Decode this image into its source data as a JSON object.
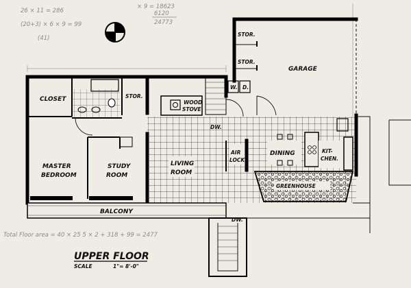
{
  "title": "UPPER FLOOR",
  "scale_word": "SCALE",
  "scale_value": "1\"= 8'-0\"",
  "rooms": {
    "closet": "CLOSET",
    "stor_bath": "STOR.",
    "wood_stove_1": "WOOD",
    "wood_stove_2": "STOVE",
    "stor_garage_1": "STOR.",
    "stor_garage_2": "STOR.",
    "garage": "GARAGE",
    "w": "W.",
    "d": "D.",
    "dw_upper": "DW.",
    "master_1": "MASTER",
    "master_2": "BEDROOM",
    "study_1": "STUDY",
    "study_2": "ROOM",
    "living_1": "LIVING",
    "living_2": "ROOM",
    "airlock_1": "AIR",
    "airlock_2": "LOCK",
    "dining": "DINING",
    "kitchen_1": "KIT-",
    "kitchen_2": "CHEN.",
    "greenhouse": "GREENHOUSE",
    "balcony": "BALCONY",
    "dw_lower": "DW."
  },
  "pencil_notes": {
    "calc_1": "26 × 11 = 286",
    "calc_2": "(20+3) × 6 × 9 = 99",
    "calc_3": "(41)",
    "calc_4": "× 9 = 18623",
    "calc_5": "6120",
    "calc_6": "24773",
    "total_area": "Total Floor area = 40 × 25 5 × 2 + 318 + 99 = 2477"
  }
}
